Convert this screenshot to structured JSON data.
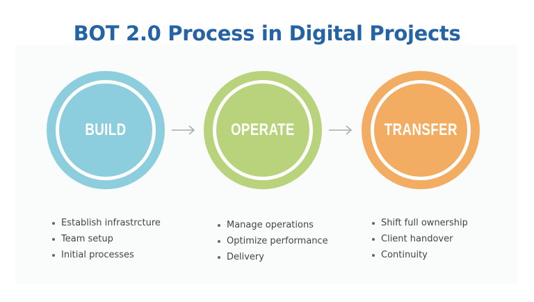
{
  "title": "BOT 2.0 Process in Digital Projects",
  "colors": {
    "title": "#2463a4",
    "build": "#8ccdde",
    "operate": "#b9d27c",
    "transfer": "#f2ad62",
    "arrow": "#aaaaaa",
    "bullet_text": "#444444"
  },
  "stages": [
    {
      "label": "BUILD",
      "bullets": [
        "Establish infrastrcture",
        "Team setup",
        "Initial processes"
      ]
    },
    {
      "label": "OPERATE",
      "bullets": [
        "Manage operations",
        "Optimize performance",
        "Delivery"
      ]
    },
    {
      "label": "TRANSFER",
      "bullets": [
        "Shift full ownership",
        "Client handover",
        "Continuity"
      ]
    }
  ],
  "arrows": [
    {
      "icon": "arrow-right-icon"
    },
    {
      "icon": "arrow-right-icon"
    }
  ]
}
